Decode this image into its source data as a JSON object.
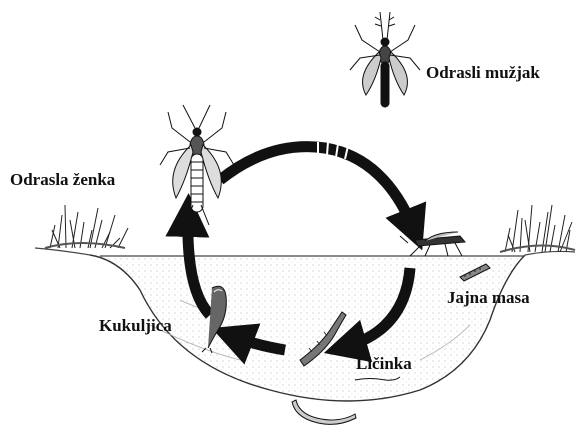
{
  "title": "",
  "stages": {
    "adult_male": {
      "label": "Odrasli mužjak",
      "icon": "mosquito-male-icon"
    },
    "adult_female": {
      "label": "Odrasla ženka",
      "icon": "mosquito-female-icon"
    },
    "egg_mass": {
      "label": "Jajna masa",
      "icon": "egg-raft-icon"
    },
    "larva": {
      "label": "Ličinka",
      "icon": "larva-icon"
    },
    "pupa": {
      "label": "Kukuljica",
      "icon": "pupa-icon"
    }
  },
  "cycle_order": [
    "adult_female",
    "egg_mass",
    "larva",
    "pupa",
    "adult_female"
  ],
  "colors": {
    "ink": "#111111",
    "pond_line": "#333333",
    "background": "#ffffff"
  }
}
